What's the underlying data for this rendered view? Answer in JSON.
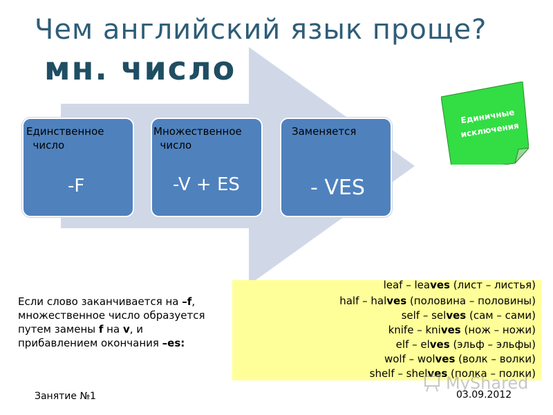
{
  "slide": {
    "title": "Чем английский язык проще?",
    "subtitle": "мн. число"
  },
  "process": [
    {
      "label": "Единственное\n  число",
      "formula": "-F"
    },
    {
      "label": "Множественное\n  число",
      "formula": "-V + ES"
    },
    {
      "label": "Заменяется",
      "formula": "- VES"
    }
  ],
  "note": {
    "text": "Единичные исключения",
    "color": "#33dd44"
  },
  "explanation": {
    "text1": "Если слово заканчивается на ",
    "f_dash": "–f",
    "text2": ", множественное число образуется путем замены ",
    "f": "f",
    "text3": " на ",
    "v": "v",
    "text4": ", и прибавлением окончания ",
    "es": "–es:"
  },
  "examples": [
    {
      "pre": "leaf – lea",
      "bold": "ves",
      "post": " (лист – листья)"
    },
    {
      "pre": "half – hal",
      "bold": "ves",
      "post": " (половина – половины)"
    },
    {
      "pre": "self – sel",
      "bold": "ves",
      "post": " (сам – сами)"
    },
    {
      "pre": "knife – kni",
      "bold": "ves",
      "post": " (нож – ножи)"
    },
    {
      "pre": "elf – el",
      "bold": "ves",
      "post": " (эльф – эльфы)"
    },
    {
      "pre": "wolf – wol",
      "bold": "ves",
      "post": " (волк – волки)"
    },
    {
      "pre": "shelf – shel",
      "bold": "ves",
      "post": " (полка – полки)"
    }
  ],
  "footer": {
    "lesson": "Занятие №1",
    "date": "03.09.2012"
  },
  "watermark": {
    "text": "MyShared"
  },
  "colors": {
    "box": "#4f81bd",
    "arrow": "#d0d8e8",
    "examples_bg": "#ffff99",
    "title": "#2f5d77"
  }
}
